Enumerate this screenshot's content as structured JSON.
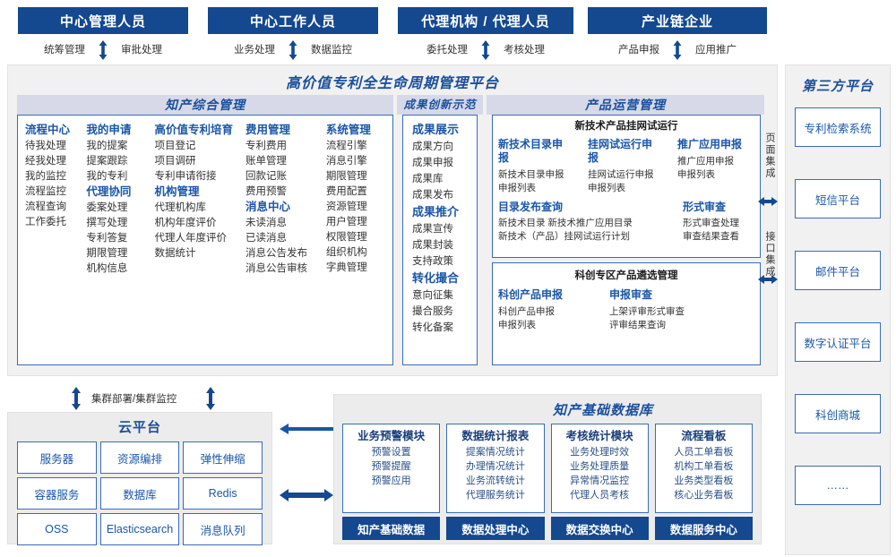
{
  "roles": [
    {
      "title": "中心管理人员",
      "left": "统筹管理",
      "right": "审批处理"
    },
    {
      "title": "中心工作人员",
      "left": "业务处理",
      "right": "数据监控"
    },
    {
      "title": "代理机构 / 代理人员",
      "left": "委托处理",
      "right": "考核处理"
    },
    {
      "title": "产业链企业",
      "left": "产品申报",
      "right": "应用推广"
    }
  ],
  "platform": {
    "title": "高价值专利全生命周期管理平台",
    "sections": {
      "ip_mgmt": {
        "title": "知产综合管理",
        "columns": [
          {
            "groups": [
              {
                "head": "流程中心",
                "items": [
                  "待我处理",
                  "经我处理",
                  "我的监控",
                  "流程监控",
                  "流程查询",
                  "工作委托"
                ]
              }
            ]
          },
          {
            "groups": [
              {
                "head": "我的申请",
                "items": [
                  "我的提案",
                  "提案跟踪",
                  "我的专利"
                ]
              },
              {
                "head": "代理协同",
                "items": [
                  "委案处理",
                  "撰写处理",
                  "专利答复",
                  "期限管理",
                  "机构信息"
                ]
              }
            ]
          },
          {
            "groups": [
              {
                "head": "高价值专利培育",
                "items": [
                  "项目登记",
                  "项目调研",
                  "专利申请衔接"
                ]
              },
              {
                "head": "机构管理",
                "items": [
                  "代理机构库",
                  "机构年度评价",
                  "代理人年度评价",
                  "数据统计"
                ]
              }
            ]
          },
          {
            "groups": [
              {
                "head": "费用管理",
                "items": [
                  "专利费用",
                  "账单管理",
                  "回款记账",
                  "费用预警"
                ]
              },
              {
                "head": "消息中心",
                "items": [
                  "未读消息",
                  "已读消息",
                  "消息公告发布",
                  "消息公告审核"
                ]
              }
            ]
          },
          {
            "groups": [
              {
                "head": "系统管理",
                "items": [
                  "流程引擎",
                  "消息引擎",
                  "期限管理",
                  "费用配置",
                  "资源管理",
                  "用户管理",
                  "权限管理",
                  "组织机构",
                  "字典管理"
                ]
              }
            ]
          }
        ]
      },
      "achievement": {
        "title": "成果创新示范",
        "groups": [
          {
            "head": "成果展示",
            "items": [
              "成果方向",
              "成果申报",
              "成果库",
              "成果发布"
            ]
          },
          {
            "head": "成果推介",
            "items": [
              "成果宣传",
              "成果封装",
              "支持政策"
            ]
          },
          {
            "head": "转化撮合",
            "items": [
              "意向征集",
              "撮合服务",
              "转化备案"
            ]
          }
        ]
      },
      "product_ops": {
        "title": "产品运营管理",
        "panel1": {
          "title": "新技术产品挂网试运行",
          "row1": [
            {
              "head": "新技术目录申报",
              "items": [
                "新技术目录申报",
                "申报列表"
              ]
            },
            {
              "head": "挂网试运行申报",
              "items": [
                "挂网试运行申报",
                "申报列表"
              ]
            },
            {
              "head": "推广应用申报",
              "items": [
                "推广应用申报",
                "申报列表"
              ]
            }
          ],
          "row2": [
            {
              "head": "目录发布查询",
              "items": [
                "新技术目录    新技术推广应用目录",
                "新技术（产品）挂网试运行计划"
              ]
            },
            {
              "head": "形式审查",
              "items": [
                "形式审查处理",
                "审查结果查看"
              ]
            }
          ]
        },
        "panel2": {
          "title": "科创专区产品遴选管理",
          "cols": [
            {
              "head": "科创产品申报",
              "items": [
                "科创产品申报",
                "申报列表"
              ]
            },
            {
              "head": "申报审查",
              "items": [
                "上架评审形式审查",
                "评审结果查询"
              ]
            }
          ]
        }
      }
    },
    "integration": {
      "page": "页面集成",
      "api": "接口集成"
    }
  },
  "third_party": {
    "title": "第三方平台",
    "items": [
      "专利检索系统",
      "短信平台",
      "邮件平台",
      "数字认证平台",
      "科创商城",
      "……"
    ]
  },
  "cloud": {
    "cluster_label": "集群部署/集群监控",
    "title": "云平台",
    "cells": [
      "服务器",
      "资源编排",
      "弹性伸缩",
      "容器服务",
      "数据库",
      "Redis",
      "OSS",
      "Elasticsearch",
      "消息队列"
    ]
  },
  "database": {
    "title": "知产基础数据库",
    "cards": [
      {
        "head": "业务预警模块",
        "items": [
          "预警设置",
          "预警提醒",
          "预警应用"
        ],
        "foot": "知产基础数据"
      },
      {
        "head": "数据统计报表",
        "items": [
          "提案情况统计",
          "办理情况统计",
          "业务流转统计",
          "代理服务统计"
        ],
        "foot": "数据处理中心"
      },
      {
        "head": "考核统计模块",
        "items": [
          "业务处理时效",
          "业务处理质量",
          "异常情况监控",
          "代理人员考核"
        ],
        "foot": "数据交换中心"
      },
      {
        "head": "流程看板",
        "items": [
          "人员工单看板",
          "机构工单看板",
          "业务类型看板",
          "核心业务看板"
        ],
        "foot": "数据服务中心"
      }
    ]
  },
  "colors": {
    "brand": "#14488f",
    "accent": "#1a56a8",
    "band": "#d7d9e9",
    "panel": "#f1f1f1"
  }
}
